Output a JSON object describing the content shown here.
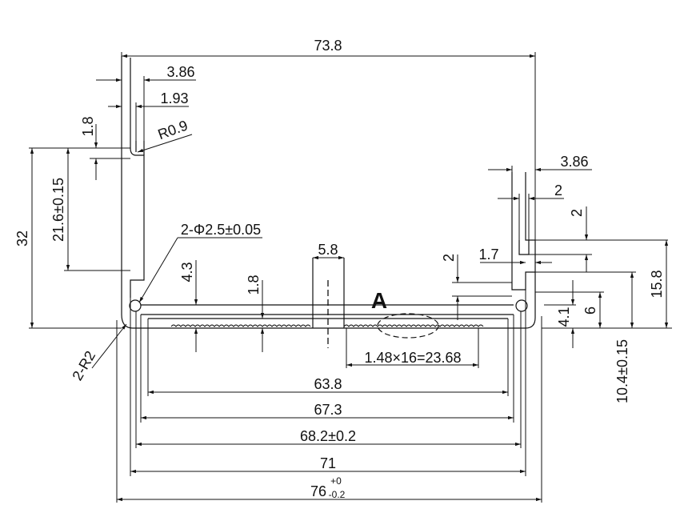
{
  "drawing": {
    "overall_width_top": "73.8",
    "wall_outer_width": "3.86",
    "wall_inner_width": "1.93",
    "notch_depth": "1.8",
    "fillet_radius": "R0.9",
    "left_height_total": "32",
    "left_height_inner": "21.6±0.15",
    "hole_spec": "2-Φ2.5±0.05",
    "corner_radius": "2-R2",
    "rib_height_left": "4.3",
    "rib_height_center": "1.8",
    "center_rib_width": "5.8",
    "detail_label": "A",
    "right_step_small": "2",
    "right_step_gap": "1.7",
    "right_wall_outer": "3.86",
    "right_wall_inner": "2",
    "right_notch": "2",
    "right_height_top": "15.8",
    "right_height_mid": "10.4±0.15",
    "right_h_6": "6",
    "right_h_41": "4.1",
    "serration_spec": "1.48×16=23.68",
    "width_638": "63.8",
    "width_673": "67.3",
    "width_682": "68.2±0.2",
    "width_71": "71",
    "width_76_base": "76",
    "width_76_upper": "+0",
    "width_76_lower": "-0.2"
  }
}
